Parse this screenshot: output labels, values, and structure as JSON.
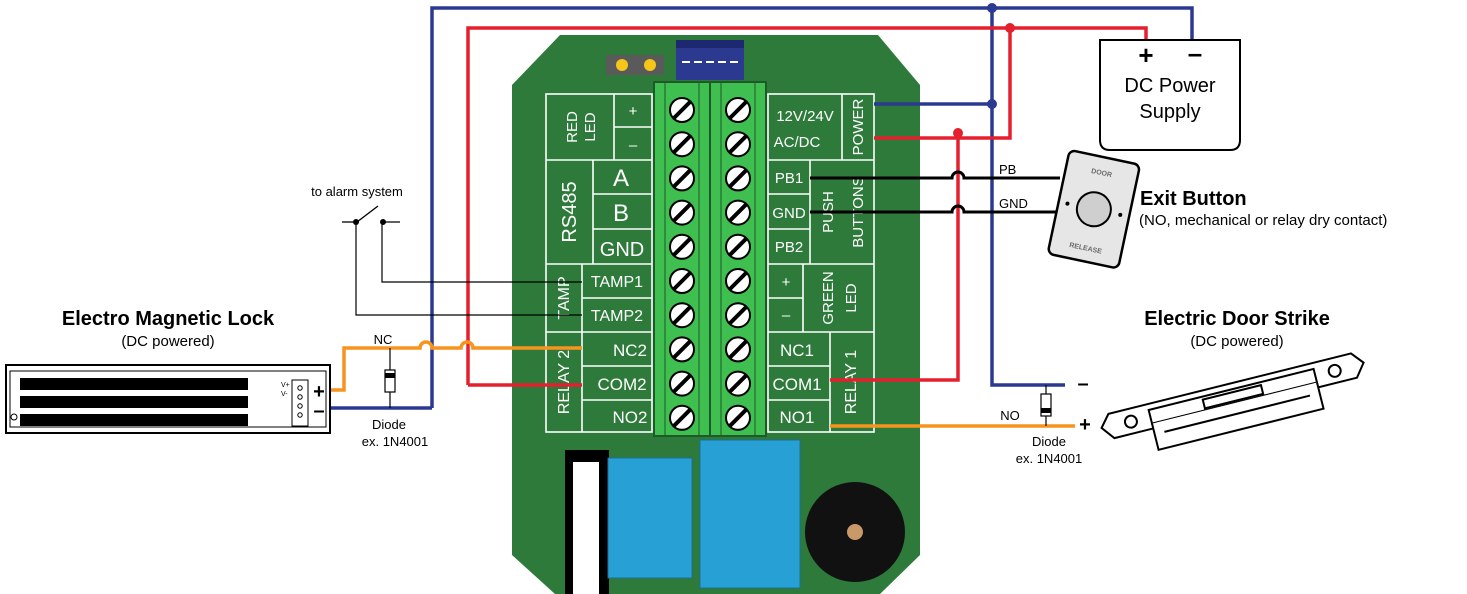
{
  "colors": {
    "board": "#2d7a3a",
    "terminal": "#3fbf4f",
    "wire_red": "#e5202e",
    "wire_blue": "#2b3990",
    "wire_orange": "#f7941d",
    "relay_blue": "#27a0d6",
    "buzzer": "#111111",
    "gold": "#f5c518"
  },
  "board": {
    "left_terminals": {
      "red_led": "RED\nLED",
      "plus": "+",
      "minus": "–",
      "rs485": "RS485",
      "a": "A",
      "b": "B",
      "gnd": "GND",
      "tamp": "TAMP",
      "tamp1": "TAMP1",
      "tamp2": "TAMP2",
      "relay2": "RELAY 2",
      "nc2": "NC2",
      "com2": "COM2",
      "no2": "NO2"
    },
    "right_terminals": {
      "v12_24": "12V/24V",
      "acdc": "AC/DC",
      "power": "POWER",
      "pb1": "PB1",
      "gnd": "GND",
      "pb2": "PB2",
      "push_buttons": "PUSH\nBUTTONS",
      "plus": "+",
      "minus": "–",
      "green_led": "GREEN\nLED",
      "nc1": "NC1",
      "com1": "COM1",
      "no1": "NO1",
      "relay1": "RELAY 1"
    }
  },
  "power_supply": {
    "plus": "+",
    "minus": "–",
    "label_line1": "DC Power",
    "label_line2": "Supply"
  },
  "exit_button": {
    "title": "Exit Button",
    "subtitle": "(NO, mechanical or relay dry contact)",
    "face_top": "DOOR",
    "face_bottom": "RELEASE",
    "wire_pb": "PB",
    "wire_gnd": "GND"
  },
  "alarm": {
    "label": "to alarm system"
  },
  "maglock": {
    "title": "Electro Magnetic Lock",
    "subtitle": "(DC powered)",
    "plus": "+",
    "minus": "–",
    "vplus": "V+",
    "vminus": "V-",
    "nc_label": "NC",
    "diode": "Diode",
    "diode_part": "ex. 1N4001"
  },
  "strike": {
    "title": "Electric Door Strike",
    "subtitle": "(DC powered)",
    "minus": "–",
    "plus": "+",
    "no_label": "NO",
    "diode": "Diode",
    "diode_part": "ex. 1N4001"
  }
}
